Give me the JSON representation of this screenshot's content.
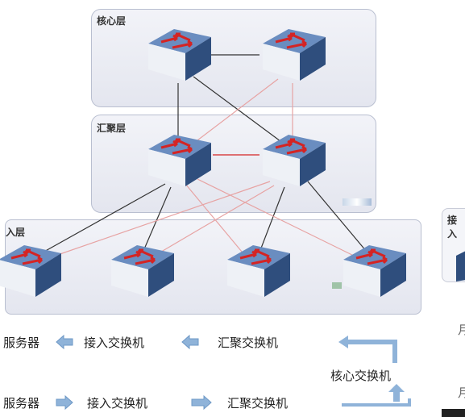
{
  "layers": {
    "core": "核心层",
    "aggregation": "汇聚层",
    "access": "入层",
    "side_access": "接入"
  },
  "legend": {
    "row1": {
      "server": "服务器",
      "access": "接入交换机",
      "aggregation": "汇聚交换机"
    },
    "row2": {
      "server": "服务器",
      "access": "接入交换机",
      "aggregation": "汇聚交换机"
    },
    "core": "核心交换机",
    "side_fragment_1": "月",
    "side_fragment_2": "月"
  },
  "colors": {
    "box_border": "#b9bfd0",
    "switch_top": "#5f84b8",
    "switch_side": "#f1f3f7",
    "arrow_red": "#d42424",
    "link_dark": "#333333",
    "link_light": "#e7a3a3",
    "legend_arrow": "#8fb3d9"
  }
}
